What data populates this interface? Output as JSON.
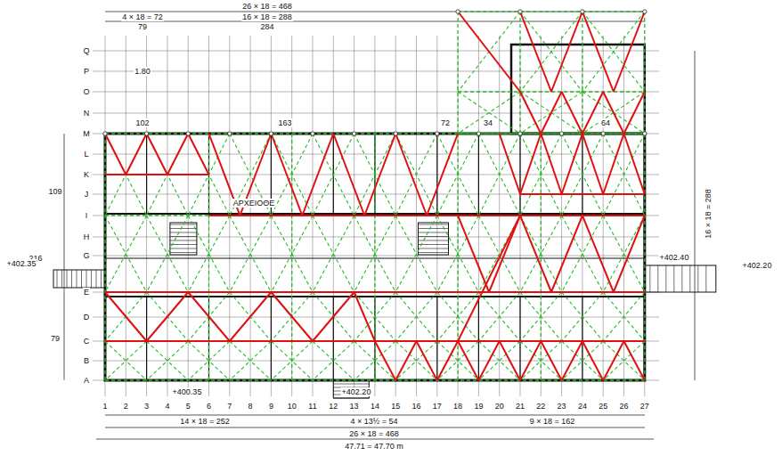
{
  "diagram": {
    "labels": [
      "26 × 18 = 468",
      "4 × 18 = 72",
      "16 × 18 = 288",
      "79",
      "284",
      "Q",
      "P",
      "O",
      "N",
      "M",
      "L",
      "K",
      "J",
      "I",
      "H",
      "G",
      "E",
      "D",
      "C",
      "B",
      "A",
      "1",
      "2",
      "3",
      "4",
      "5",
      "6",
      "7",
      "8",
      "9",
      "10",
      "11",
      "12",
      "13",
      "14",
      "15",
      "16",
      "17",
      "18",
      "19",
      "20",
      "21",
      "22",
      "23",
      "24",
      "25",
      "26",
      "27",
      "102",
      "163",
      "72",
      "34",
      "64",
      "109",
      "216",
      "79",
      "1.80",
      "ΑΡΧΕΙΟΘΕ",
      "+402.35",
      "+402.40",
      "+402.20",
      "+400.35",
      "+402.20",
      "14 × 18 = 252",
      "4 × 13½ = 54",
      "9 × 18 = 162",
      "26 × 18 = 468",
      "47.71 = 47.70 m",
      "16 × 18 = 288"
    ]
  }
}
